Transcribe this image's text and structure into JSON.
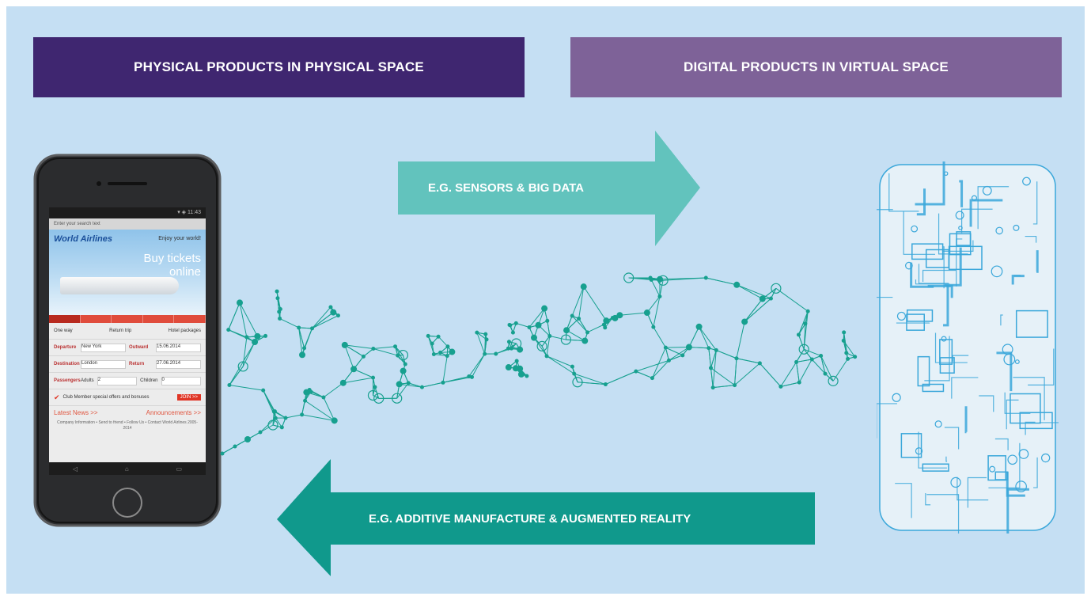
{
  "headers": {
    "physical": "PHYSICAL PRODUCTS IN PHYSICAL SPACE",
    "digital": "DIGITAL PRODUCTS IN VIRTUAL SPACE"
  },
  "arrows": {
    "forward": {
      "label": "E.G. SENSORS & BIG DATA",
      "direction": "right"
    },
    "backward": {
      "label": "E.G.  ADDITIVE MANUFACTURE & AUGMENTED REALITY",
      "direction": "left"
    }
  },
  "phone_screen": {
    "url": "Enter your search text",
    "logo": "World Airlines",
    "tagline": "Enjoy your world!",
    "hero_line1": "Buy tickets",
    "hero_line2": "online",
    "one_way": "One way",
    "return_trip": "Return trip",
    "hotel_packages": "Hotel packages",
    "departure_label": "Departure",
    "departure_value": "New York",
    "outward_label": "Outward",
    "outward_value": "15.06.2014",
    "destination_label": "Destination",
    "destination_value": "London",
    "return_label": "Return",
    "return_value": "27.06.2014",
    "passengers_label": "Passengers",
    "adults_label": "Adults",
    "adults_value": "2",
    "children_label": "Children",
    "children_value": "0",
    "member_text": "Club Member special offers and bonuses",
    "member_button": "JOIN >>",
    "latest_news": "Latest News >>",
    "announcements": "Announcements >>",
    "footer": "Company Information • Send to friend • Follow Us • Contact World Airlines 2005-2014"
  },
  "colors": {
    "background": "#c5dff3",
    "header_physical": "#3f2670",
    "header_digital": "#7e6298",
    "arrow_forward": "#62c3bd",
    "arrow_backward": "#10998c",
    "network": "#17a08f",
    "circuit": "#3aa7da"
  },
  "icons": {
    "phone": "smartphone-icon",
    "network": "network-graph-icon",
    "circuit": "circuit-board-icon"
  }
}
